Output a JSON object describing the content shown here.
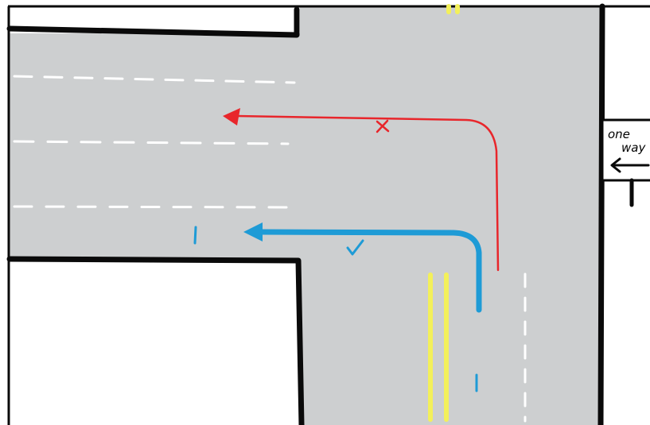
{
  "colors": {
    "road": "#cdcfd0",
    "border": "#0a0a0a",
    "lane_dash": "#ffffff",
    "center_line": "#f3f05a",
    "wrong_path": "#e8262b",
    "correct_path": "#1e9bd6",
    "background": "#ffffff"
  },
  "sign": {
    "line1": "one",
    "line2": "way",
    "arrow_direction": "left"
  },
  "paths": {
    "wrong": {
      "marker_icon": "x-mark-icon",
      "meaning": "incorrect"
    },
    "correct": {
      "marker_icon": "check-mark-icon",
      "meaning": "correct"
    }
  },
  "lane_ticks": {
    "color": "blue"
  }
}
